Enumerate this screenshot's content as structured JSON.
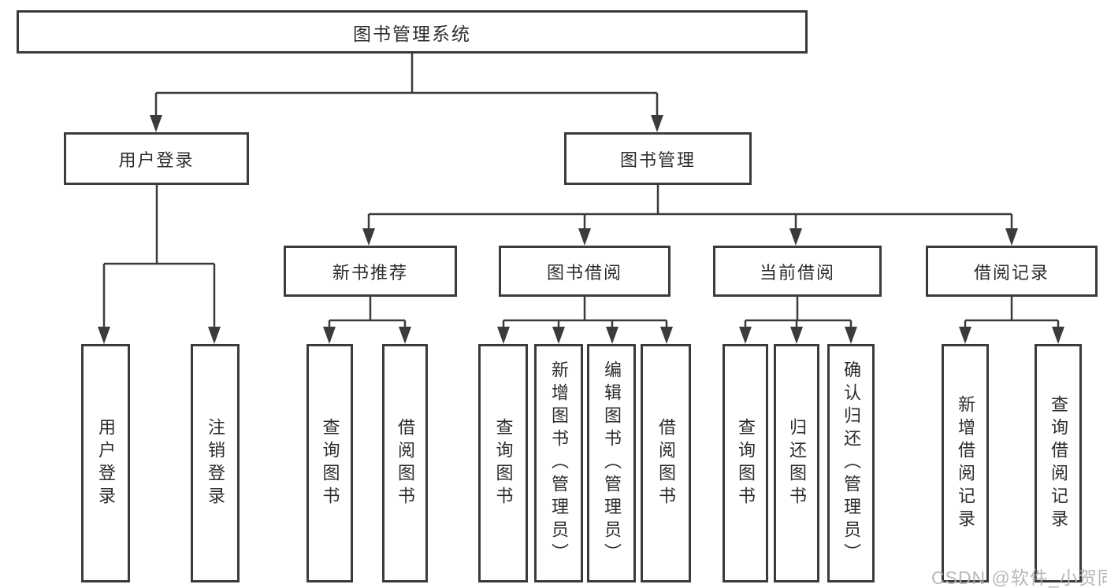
{
  "tree": {
    "label": "图书管理系统",
    "children": [
      {
        "label": "用户登录",
        "children": [
          {
            "label": "用户登录"
          },
          {
            "label": "注销登录"
          }
        ]
      },
      {
        "label": "图书管理",
        "children": [
          {
            "label": "新书推荐",
            "children": [
              {
                "label": "查询图书"
              },
              {
                "label": "借阅图书"
              }
            ]
          },
          {
            "label": "图书借阅",
            "children": [
              {
                "label": "查询图书"
              },
              {
                "label": "新增图书（管理员）"
              },
              {
                "label": "编辑图书（管理员）"
              },
              {
                "label": "借阅图书"
              }
            ]
          },
          {
            "label": "当前借阅",
            "children": [
              {
                "label": "查询图书"
              },
              {
                "label": "归还图书"
              },
              {
                "label": "确认归还（管理员）"
              }
            ]
          },
          {
            "label": "借阅记录",
            "children": [
              {
                "label": "新增借阅记录"
              },
              {
                "label": "查询借阅记录"
              }
            ]
          }
        ]
      }
    ]
  },
  "watermark": "CSDN @软件_小贺同学",
  "colors": {
    "line": "#3b3b3b",
    "box_background": "#ffffff",
    "text": "#2d2d2d",
    "watermark": "#b2b2b2"
  }
}
